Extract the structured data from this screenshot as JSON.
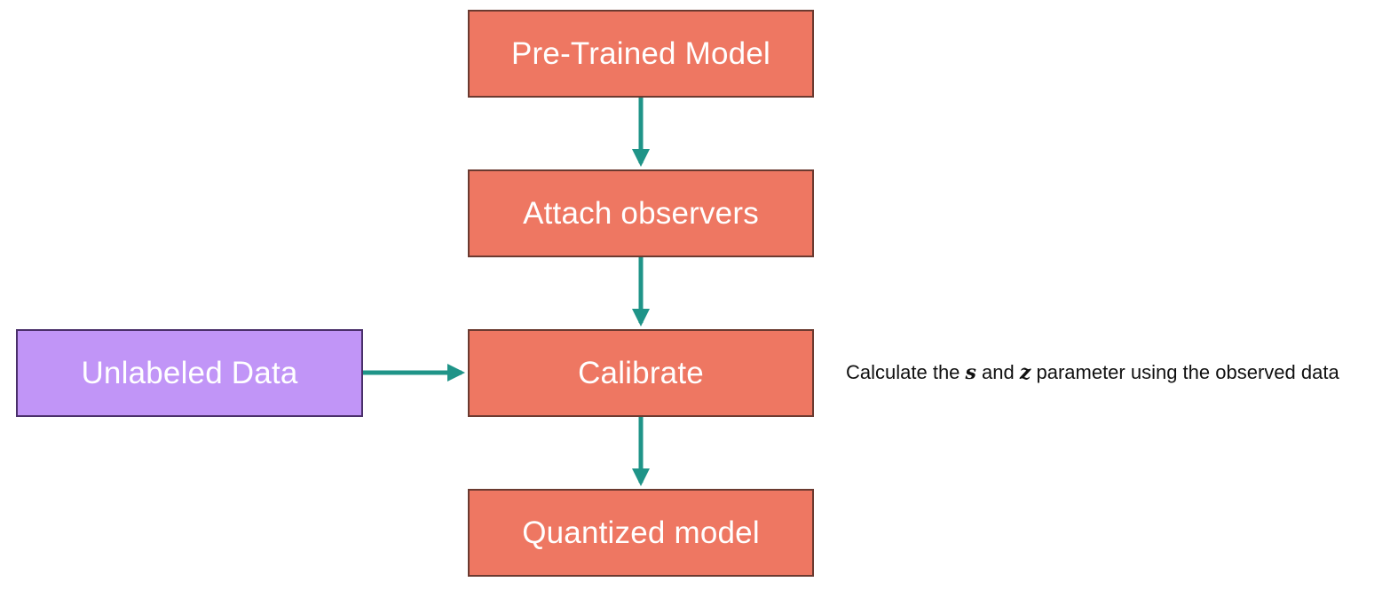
{
  "nodes": {
    "pretrained": "Pre-Trained Model",
    "observers": "Attach observers",
    "calibrate": "Calibrate",
    "quantized": "Quantized model",
    "unlabeled": "Unlabeled Data"
  },
  "annotation": {
    "prefix": "Calculate the ",
    "var_s": "s",
    "middle": " and ",
    "var_z": "z",
    "suffix": " parameter using the observed data"
  },
  "colors": {
    "step_fill": "#ee7762",
    "data_fill": "#c195f7",
    "arrow": "#1f9488"
  }
}
